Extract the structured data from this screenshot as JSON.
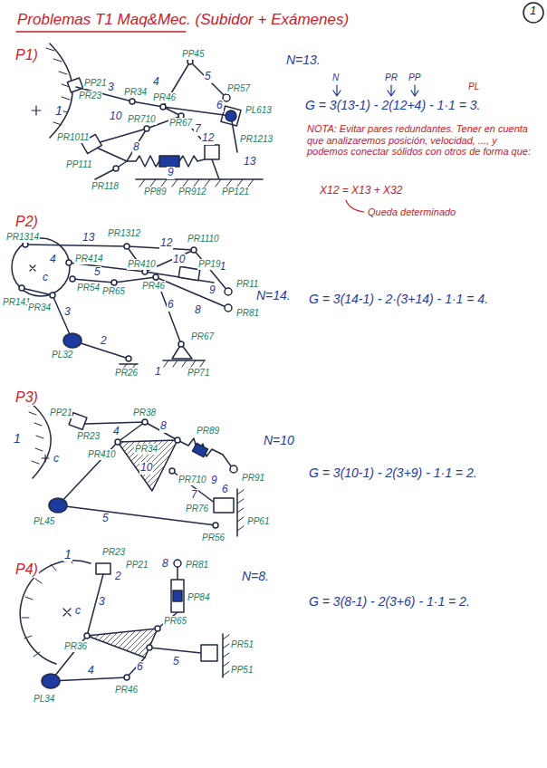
{
  "diagram": {
    "title": "Problemas T1 Maq&Mec. (Subidor + Exámenes)",
    "labels": [
      "1",
      "P1)",
      "PP21",
      "PR23",
      "3",
      "PR34",
      "4",
      "PP45",
      "5",
      "PR57",
      "PR46",
      "6",
      "PR67",
      "7",
      "PR710",
      "10",
      "1",
      "PR1011",
      "PP111",
      "8",
      "9",
      "PR118",
      "PP89",
      "PR912",
      "12",
      "13",
      "PL613",
      "PR1213",
      "PP121",
      "N=13.",
      "N",
      "PR",
      "PP",
      "PL",
      "G = 3(13-1) - 2(12+4) - 1·1 = 3.",
      "NOTA: Evitar pares redundantes. Tener en cuenta que analizaremos posición, velocidad, ..., y podemos conectar sólidos con otros de forma que:",
      "X12 = X13 + X32",
      "Queda determinado",
      "P2)",
      "PR1314",
      "13",
      "PR1312",
      "12",
      "PR1110",
      "11",
      "c",
      "4",
      "PR414",
      "PR410",
      "10",
      "PR54",
      "5",
      "PP19",
      "PR65",
      "PR46",
      "PR141",
      "PR34",
      "3",
      "6",
      "9",
      "8",
      "PR11",
      "PR81",
      "2",
      "PL32",
      "PR26",
      "PR67",
      "1",
      "PP71",
      "N=14.",
      "G = 3(14-1) - 2·(3+14) - 1·1 = 4.",
      "P3)",
      "PP21",
      "PR23",
      "1",
      "c",
      "PR38",
      "8",
      "PR89",
      "4",
      "PR34",
      "PR410",
      "9",
      "PR91",
      "PR710",
      "10",
      "7",
      "PR76",
      "6",
      "PP61",
      "PR56",
      "5",
      "PL45",
      "N=10",
      "G = 3(10-1) - 2(3+9) - 1·1 = 2.",
      "P4)",
      "1",
      "PR23",
      "2",
      "PP21",
      "3",
      "c",
      "8",
      "PR81",
      "PP84",
      "PR36",
      "PR65",
      "6",
      "5",
      "PR51",
      "PP51",
      "4",
      "PL34",
      "PR46",
      "N=8.",
      "G = 3(8-1) - 2(3+6) - 1·1 = 2."
    ]
  }
}
